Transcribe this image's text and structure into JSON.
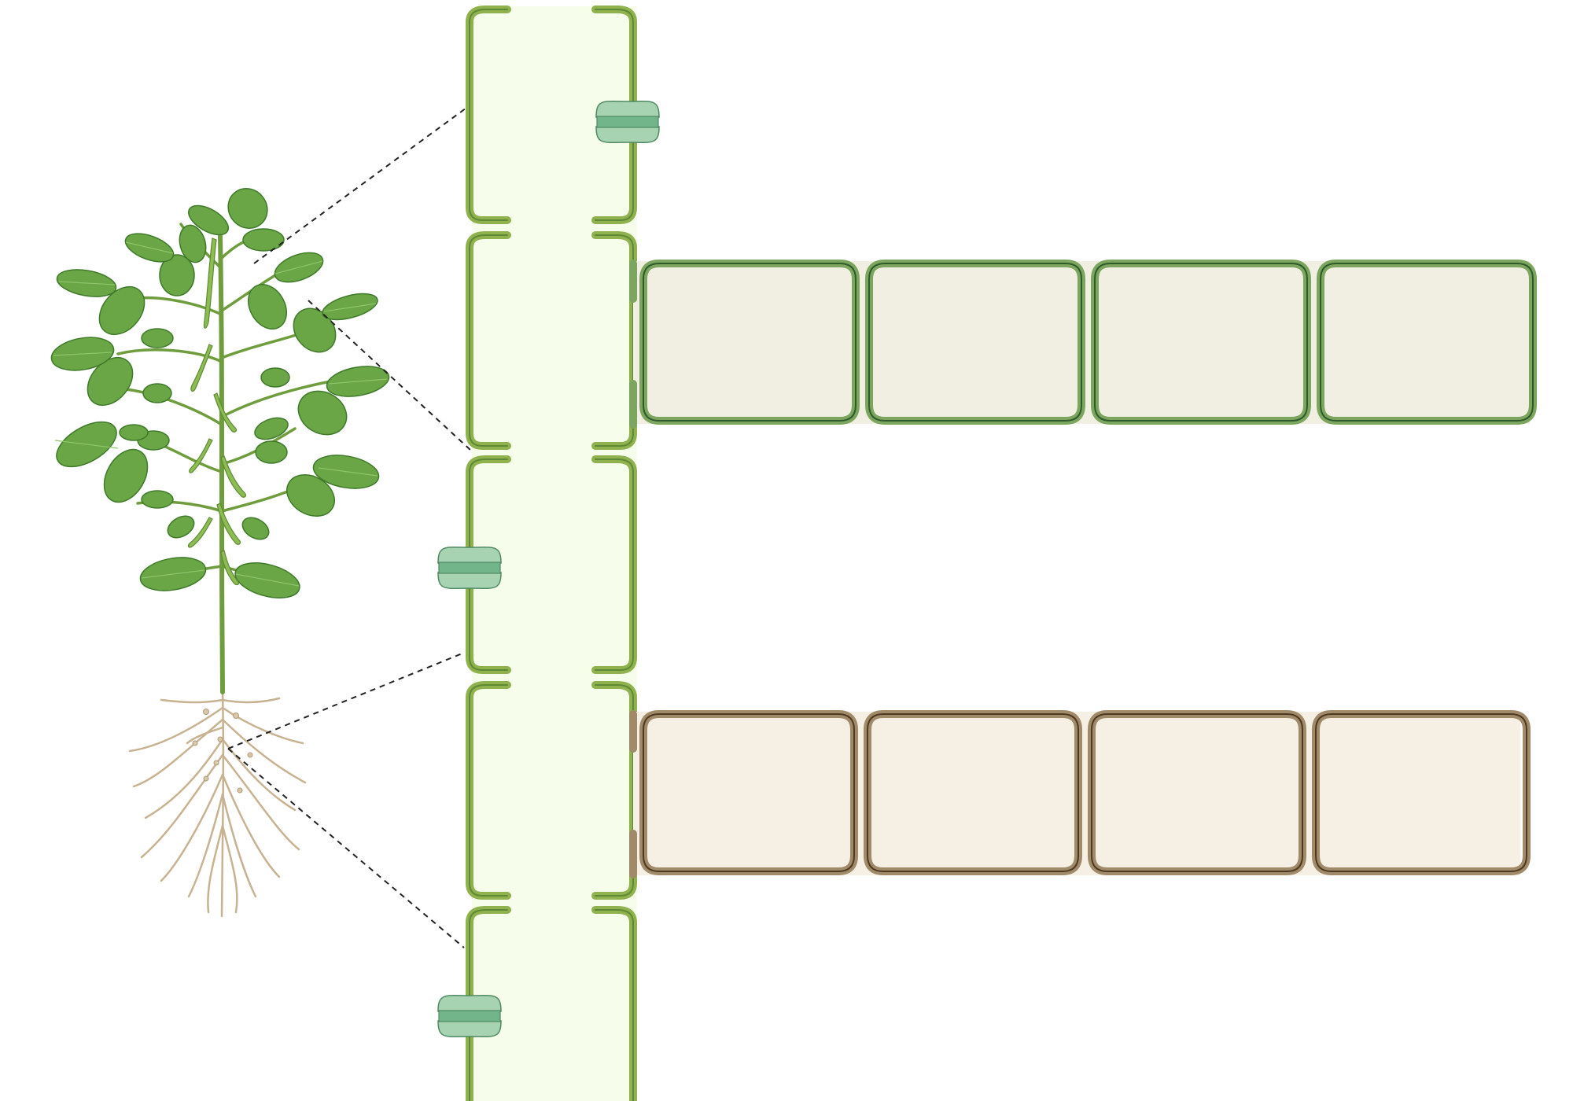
{
  "diagram": {
    "labels": [],
    "plant": {
      "icon": "soybean-plant-icon"
    },
    "central_column": {
      "segments": 5,
      "icon": "vessel-column-icon"
    },
    "shoot_cell_row": {
      "cells": 4,
      "icon": "green-cell-row-icon"
    },
    "root_cell_row": {
      "cells": 4,
      "icon": "brown-cell-row-icon"
    },
    "membrane_proteins": {
      "count": 3,
      "icon": "channel-protein-icon"
    }
  },
  "colors": {
    "column_wall": "#8fb24f",
    "column_wall_dark": "#5f8a35",
    "column_fill": "#f7fdeb",
    "shoot_wall": "#7ca660",
    "shoot_wall_dark": "#4a6b3a",
    "shoot_fill": "#f1efe1",
    "root_wall": "#a08a6a",
    "root_wall_dark": "#6b5638",
    "root_fill": "#f6efe3",
    "protein_light": "#a7d3b2",
    "protein_mid": "#72b58a",
    "protein_edge": "#4f8a63",
    "leaf": "#6aa546",
    "leaf_dark": "#3f7a2a",
    "leaf_vein": "#8dc46a",
    "stem": "#6f9d3e",
    "pod": "#8cbc52",
    "root": "#c7b291",
    "guide_line": "#222222"
  }
}
